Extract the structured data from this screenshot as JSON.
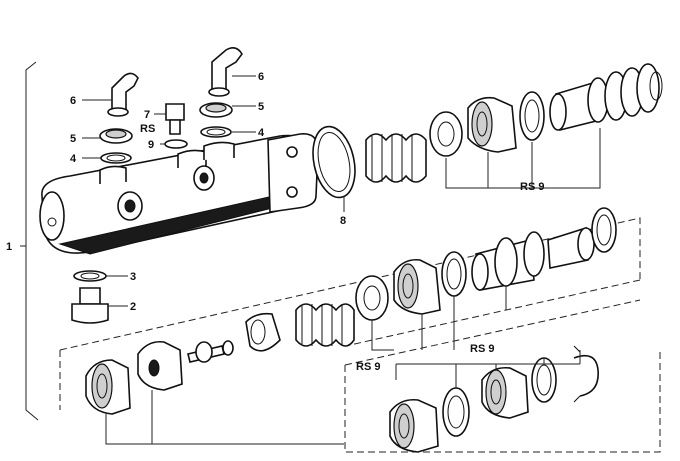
{
  "diagram": {
    "callouts": {
      "one": "1",
      "two": "2",
      "three": "3",
      "four_left": "4",
      "four_right": "4",
      "five_left": "5",
      "five_right": "5",
      "six_left": "6",
      "six_right": "6",
      "seven": "7",
      "rs_top": "RS",
      "nine_top": "9",
      "eight": "8",
      "rs9_upper_right": "RS 9",
      "rs9_middle": "RS 9",
      "rs9_lower": "RS 9"
    },
    "colors": {
      "ink": "#111111",
      "paper": "#ffffff",
      "shade": "#cfcfcf"
    }
  }
}
